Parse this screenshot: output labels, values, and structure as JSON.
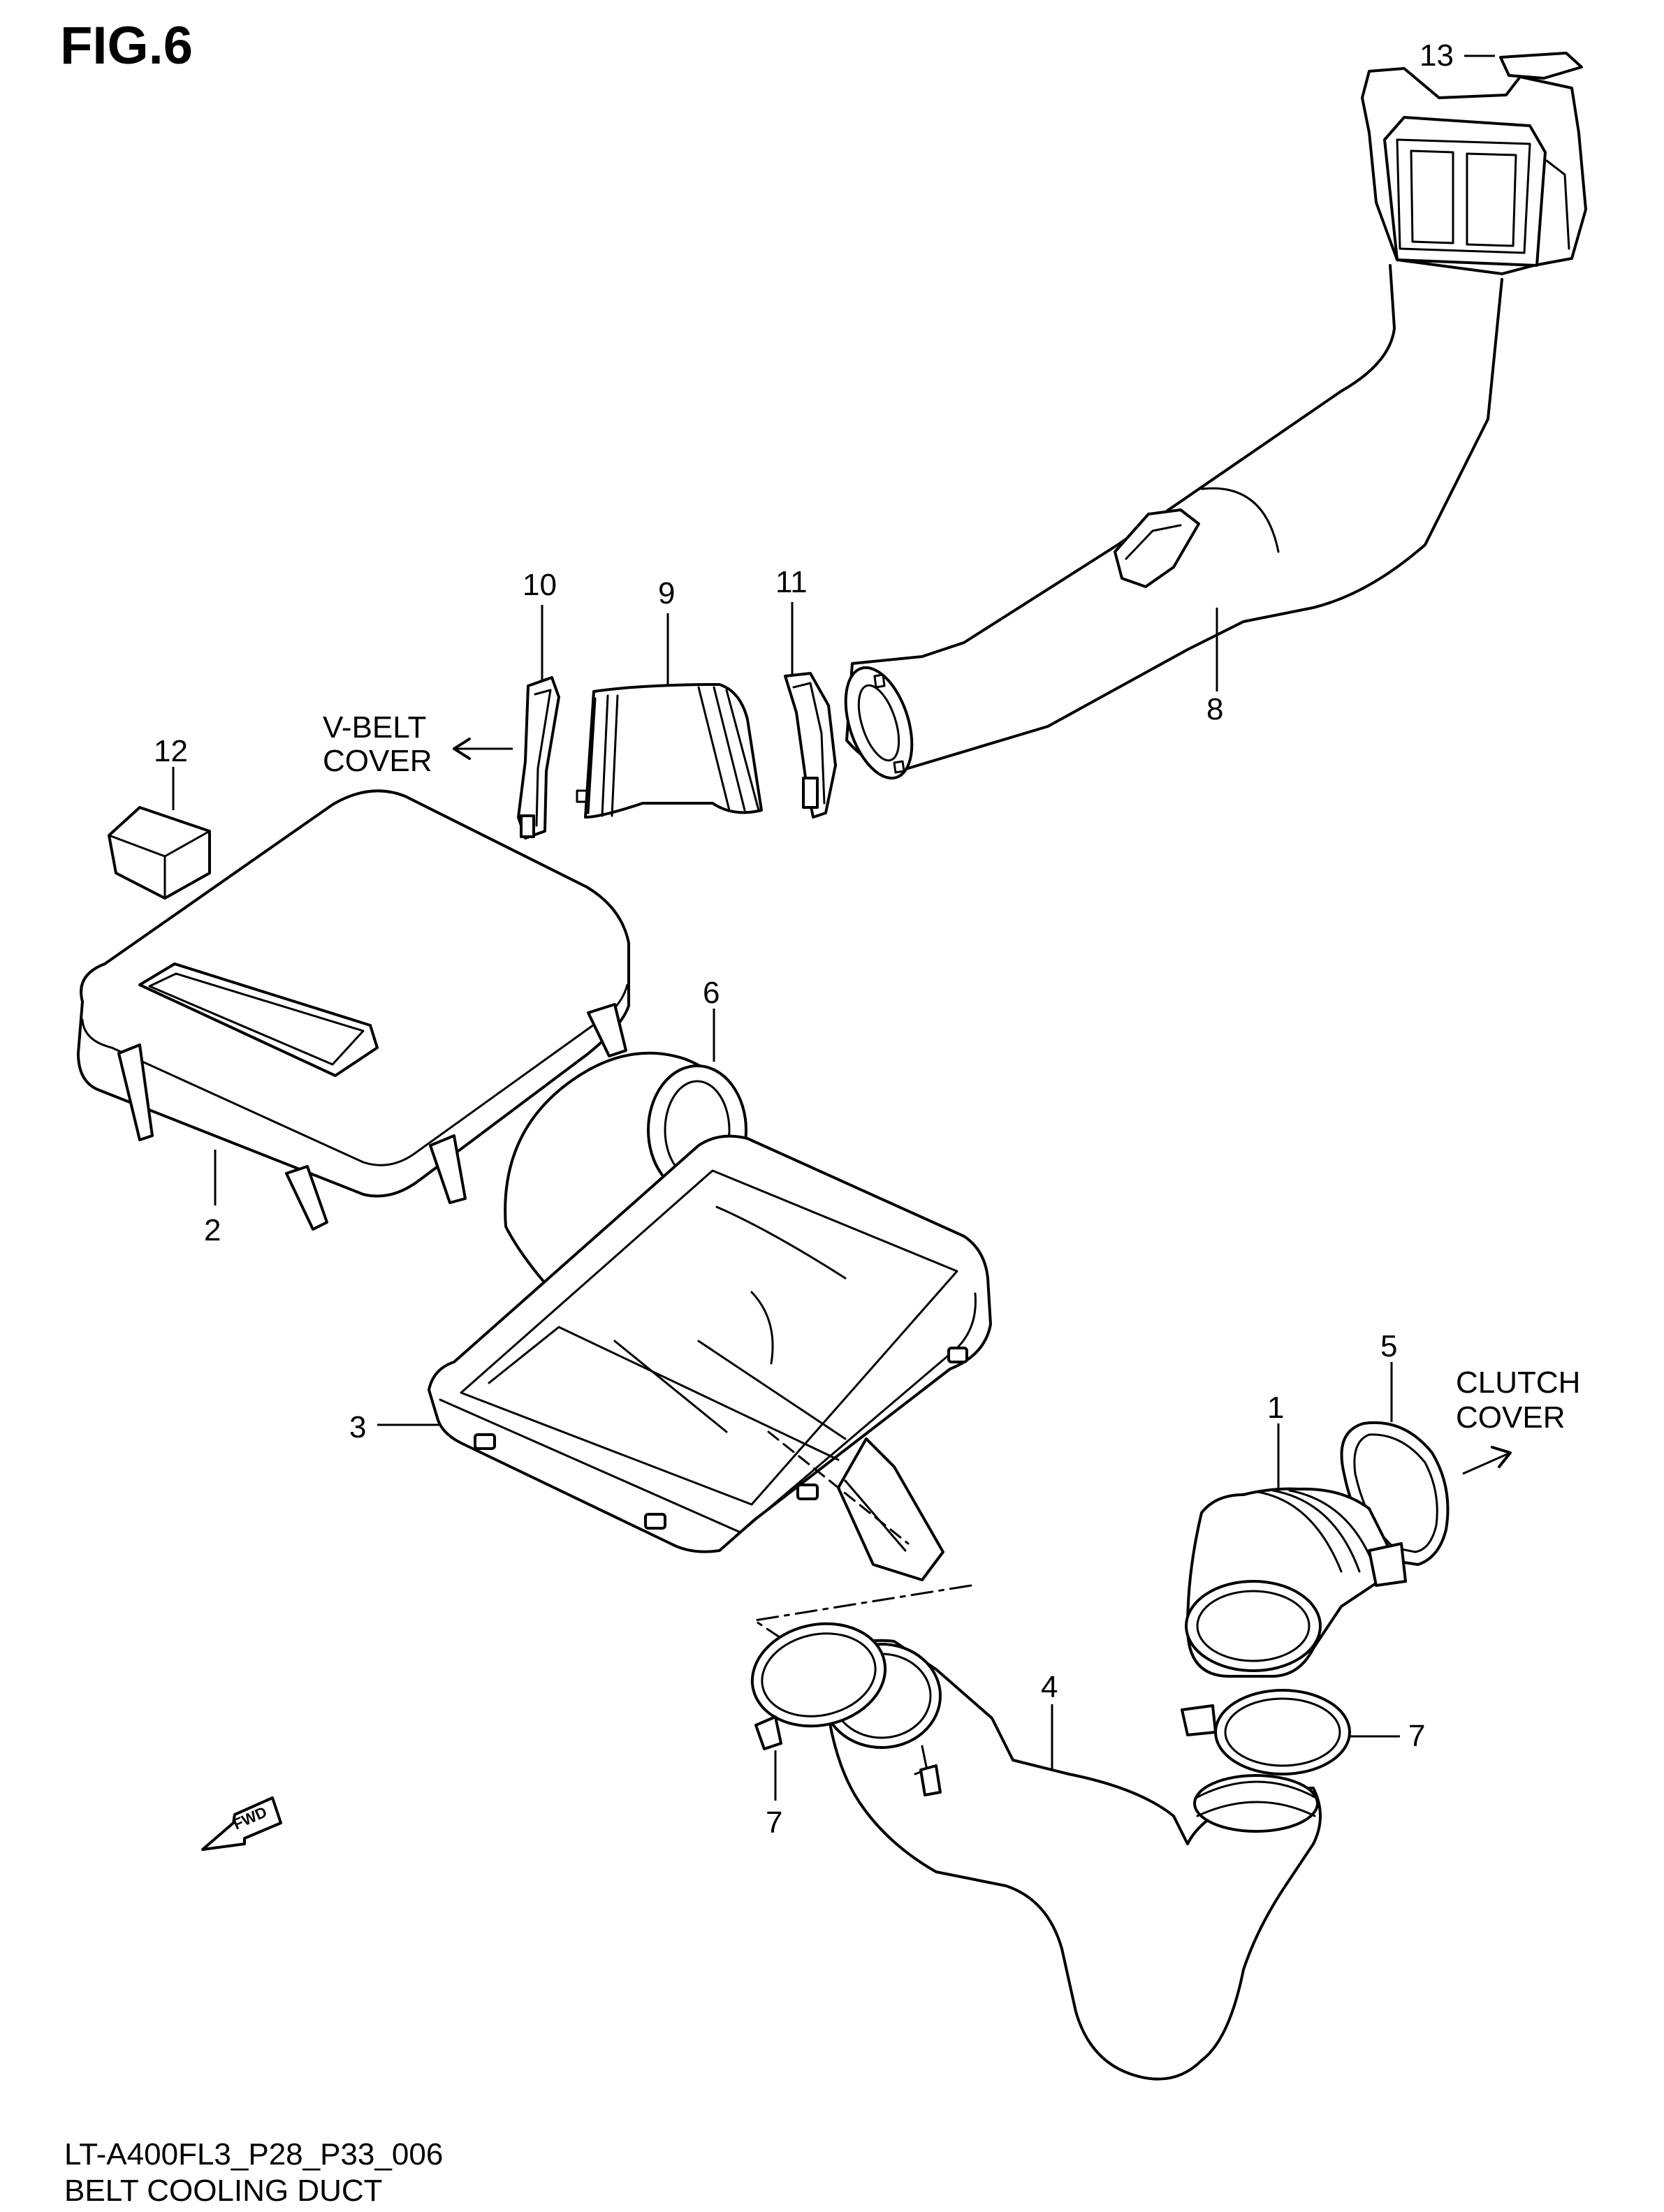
{
  "figure": {
    "title": "FIG.6"
  },
  "footer": {
    "code": "LT-A400FL3_P28_P33_006",
    "caption": "BELT COOLING DUCT"
  },
  "callouts": [
    {
      "id": "c1",
      "label": "1"
    },
    {
      "id": "c2",
      "label": "2"
    },
    {
      "id": "c3",
      "label": "3"
    },
    {
      "id": "c4",
      "label": "4"
    },
    {
      "id": "c5",
      "label": "5"
    },
    {
      "id": "c6",
      "label": "6"
    },
    {
      "id": "c7a",
      "label": "7"
    },
    {
      "id": "c7b",
      "label": "7"
    },
    {
      "id": "c8",
      "label": "8"
    },
    {
      "id": "c9",
      "label": "9"
    },
    {
      "id": "c10",
      "label": "10"
    },
    {
      "id": "c11",
      "label": "11"
    },
    {
      "id": "c12",
      "label": "12"
    },
    {
      "id": "c13",
      "label": "13"
    }
  ],
  "notes": {
    "vbelt_line1": "V-BELT",
    "vbelt_line2": "COVER",
    "clutch_line1": "CLUTCH",
    "clutch_line2": "COVER"
  },
  "fwd_label": "FWD"
}
